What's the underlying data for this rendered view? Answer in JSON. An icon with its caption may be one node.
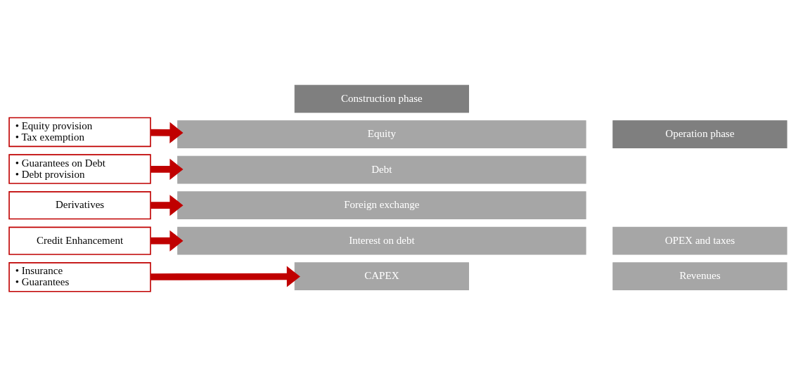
{
  "diagram": {
    "nodes": [
      {
        "text": [
          "Construction phase"
        ]
      },
      {
        "text": [
          "Operation phase"
        ]
      },
      {
        "text": [
          "• Equity provision",
          "• Tax exemption"
        ]
      },
      {
        "text": [
          "Equity"
        ]
      },
      {
        "text": [
          "• Guarantees on Debt",
          "• Debt provision"
        ]
      },
      {
        "text": [
          "Debt"
        ]
      },
      {
        "text": [
          "Derivatives"
        ]
      },
      {
        "text": [
          "Foreign exchange"
        ]
      },
      {
        "text": [
          "Credit Enhancement"
        ]
      },
      {
        "text": [
          "Interest on debt"
        ]
      },
      {
        "text": [
          "• Insurance",
          "• Guarantees"
        ]
      },
      {
        "text": [
          "CAPEX"
        ]
      },
      {
        "text": [
          "OPEX and taxes"
        ]
      },
      {
        "text": [
          "Revenues"
        ]
      }
    ],
    "edges": [
      {
        "from": 2,
        "to": 3,
        "arrow": "to"
      },
      {
        "from": 4,
        "to": 5,
        "arrow": "to"
      },
      {
        "from": 6,
        "to": 7,
        "arrow": "to"
      },
      {
        "from": 8,
        "to": 9,
        "arrow": "to"
      },
      {
        "from": 10,
        "to": 11,
        "arrow": "to"
      }
    ]
  }
}
